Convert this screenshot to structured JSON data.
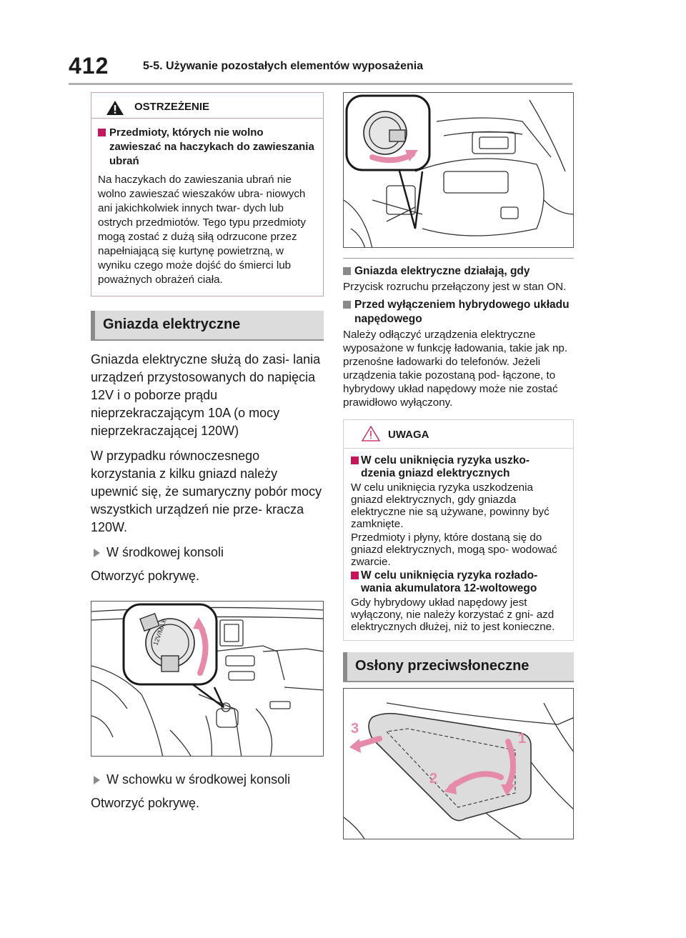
{
  "header": {
    "page_number": "412",
    "section_title": "5-5. Używanie pozostałych elementów wyposażenia"
  },
  "warning": {
    "title": "OSTRZEŻENIE",
    "heading": "Przedmioty, których nie wolno zawieszać na haczykach do zawieszania ubrań",
    "text": "Na haczykach do zawieszania ubrań nie wolno zawieszać wieszaków ubra- niowych ani jakichkolwiek innych twar- dych lub ostrych przedmiotów. Tego typu przedmioty mogą zostać z dużą siłą odrzucone przez napełniającą się kurtynę powietrzną, w wyniku czego może dojść do śmierci lub poważnych obrażeń ciała."
  },
  "section_power": {
    "title": "Gniazda elektryczne",
    "intro": "Gniazda elektryczne służą do zasi- lania urządzeń przystosowanych do napięcia 12V i o poborze prądu nieprzekraczającym 10A (o mocy nieprzekraczającej 120W)",
    "note": "W przypadku równoczesnego korzystania z kilku gniazd należy upewnić się, że sumaryczny pobór mocy wszystkich urządzeń nie prze- kracza 120W.",
    "item1_label": "W środkowej konsoli",
    "item1_text": "Otworzyć pokrywę.",
    "item2_label": "W schowku w środkowej konsoli",
    "item2_text": "Otworzyć pokrywę.",
    "cap_label": "12V/MAX"
  },
  "right": {
    "h1": "Gniazda elektryczne działają, gdy",
    "t1": "Przycisk rozruchu przełączony jest w stan ON.",
    "h2": "Przed wyłączeniem hybrydowego układu napędowego",
    "t2": "Należy odłączyć urządzenia elektryczne wyposażone w funkcję ładowania, takie jak np. przenośne ładowarki do telefonów. Jeżeli urządzenia takie pozostaną pod- łączone, to hybrydowy układ napędowy może nie zostać prawidłowo wyłączony."
  },
  "caution": {
    "title": "UWAGA",
    "h1": "W celu uniknięcia ryzyka uszko- dzenia gniazd elektrycznych",
    "t1a": "W celu uniknięcia ryzyka uszkodzenia gniazd elektrycznych, gdy gniazda elektryczne nie są używane, powinny być zamknięte.",
    "t1b": "Przedmioty i płyny, które dostaną się do gniazd elektrycznych, mogą spo- wodować zwarcie.",
    "h2": "W celu uniknięcia ryzyka rozłado- wania akumulatora 12-woltowego",
    "t2": "Gdy hybrydowy układ napędowy jest wyłączony, nie należy korzystać z gni- azd elektrycznych dłużej, niż to jest konieczne."
  },
  "section_visor": {
    "title": "Osłony przeciwsłoneczne",
    "step1": "1",
    "step2": "2",
    "step3": "3"
  },
  "colors": {
    "accent": "#c2185b",
    "bar": "#dcdcdc",
    "arrow_pink": "#e58aa8"
  }
}
